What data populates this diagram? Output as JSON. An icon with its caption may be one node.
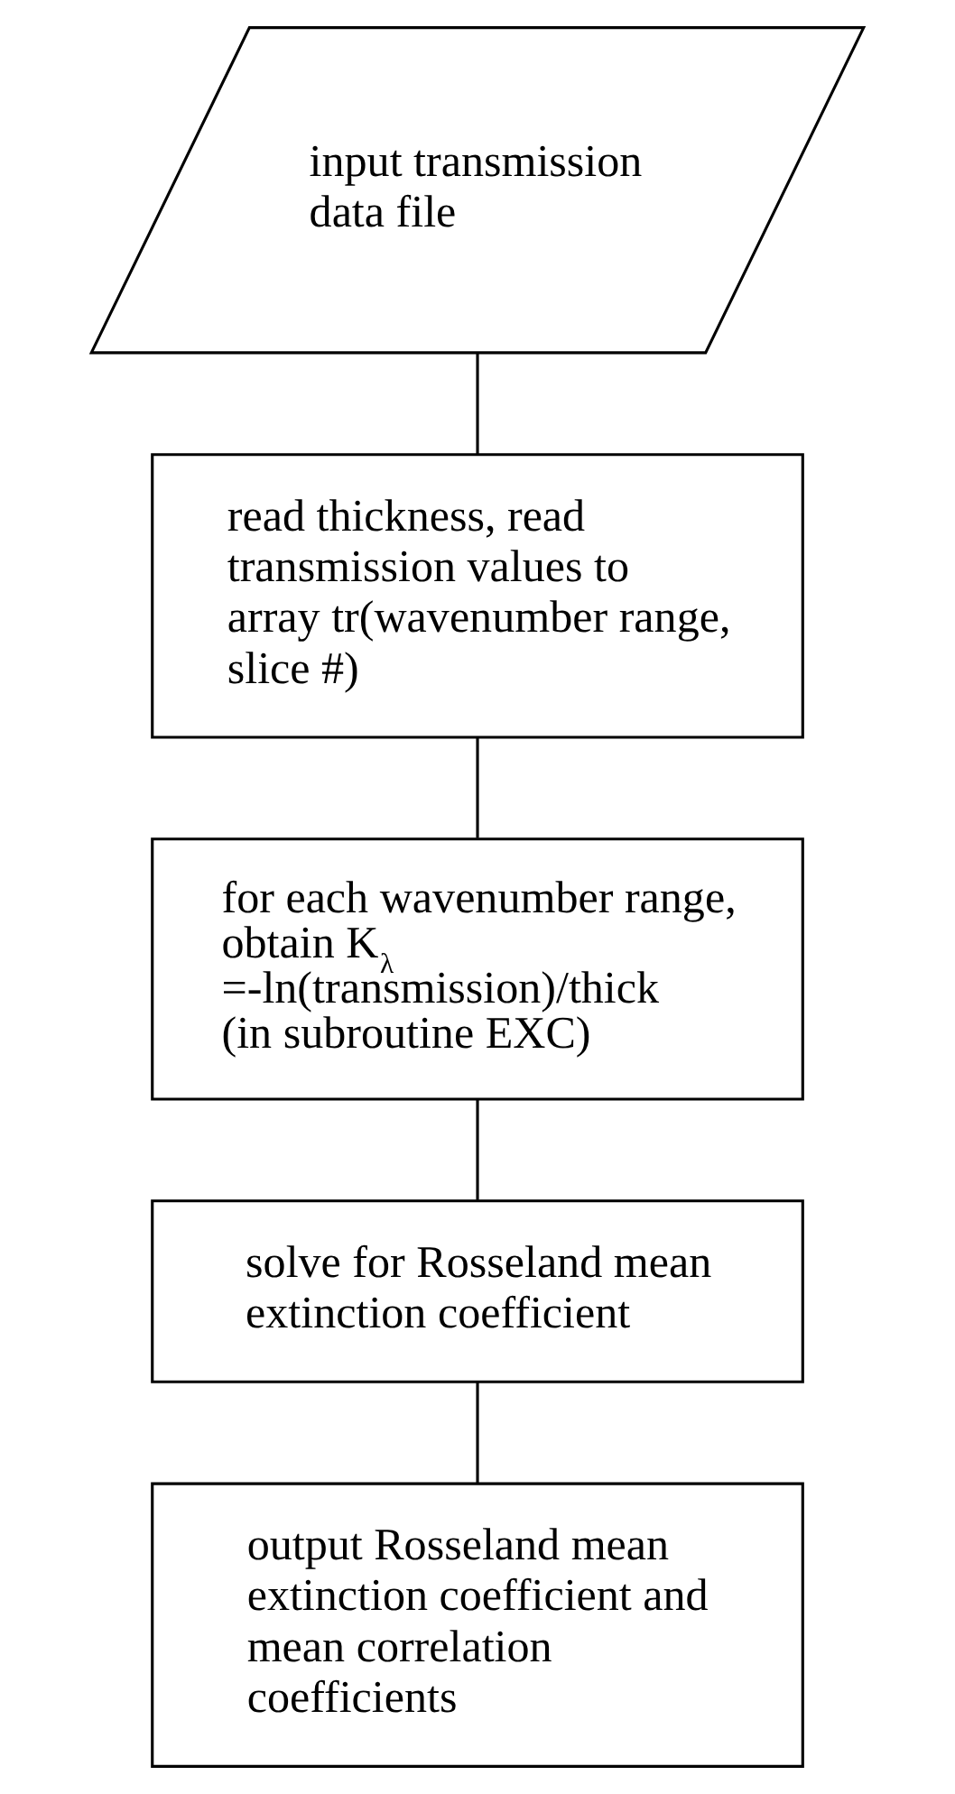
{
  "diagram": {
    "nodes": [
      {
        "text": [
          "input transmission data file"
        ]
      },
      {
        "text": [
          "read thickness, read transmission values to array tr(wavenumber range, slice #)"
        ]
      },
      {
        "text": [
          "for each wavenumber range, obtain K$_{λ}$ =-ln(transmission)/thick (in subroutine EXC)"
        ]
      },
      {
        "text": [
          "solve for Rosseland mean extinction coefficient"
        ]
      },
      {
        "text": [
          "output Rosseland mean extinction coefficient and mean correlation coefficients"
        ]
      }
    ],
    "edges": [
      {
        "from": 0,
        "to": 1,
        "arrow": "none"
      },
      {
        "from": 1,
        "to": 2,
        "arrow": "none"
      },
      {
        "from": 2,
        "to": 3,
        "arrow": "none"
      },
      {
        "from": 3,
        "to": 4,
        "arrow": "none"
      }
    ]
  }
}
